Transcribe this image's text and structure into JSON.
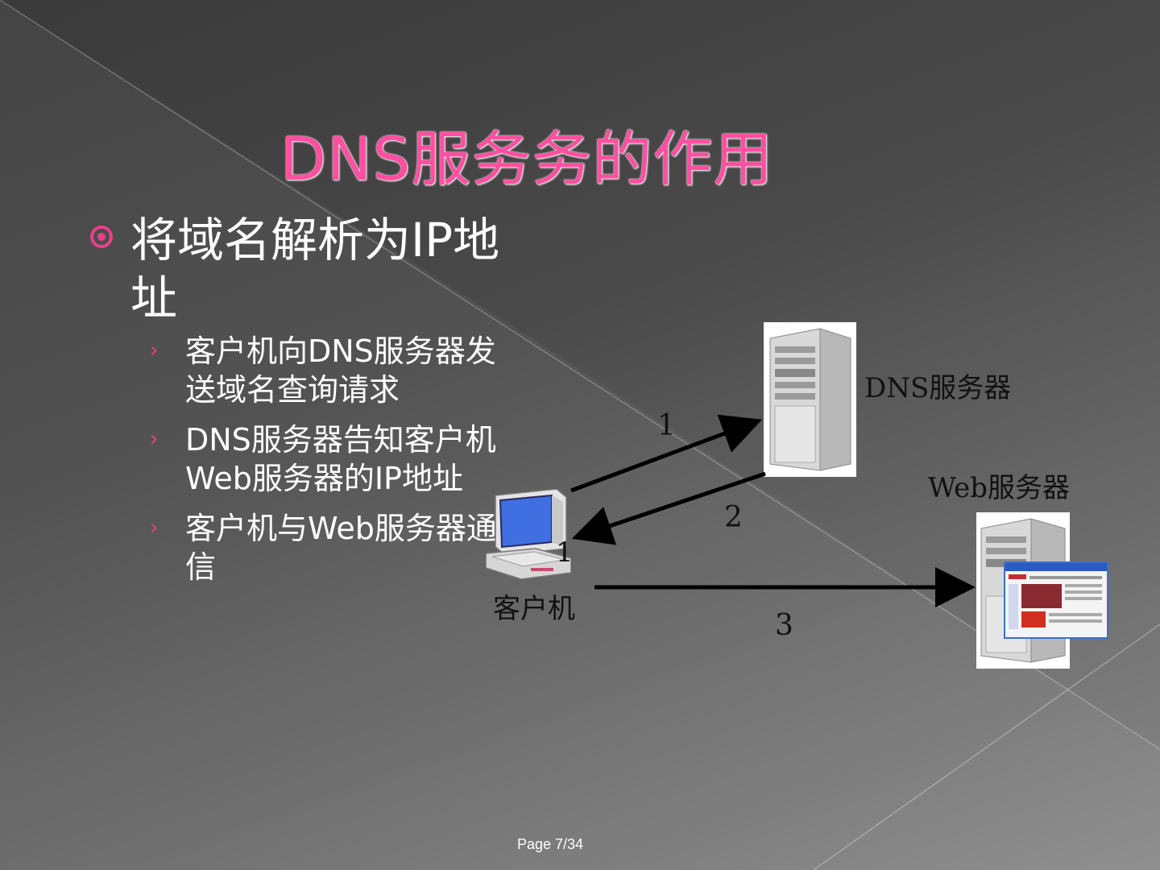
{
  "slide": {
    "title": "DNS服务务的作用",
    "main_bullet": "将域名解析为IP地址",
    "sub_bullets": [
      "客户机向DNS服务器发送域名查询请求",
      "DNS服务器告知客户机Web服务器的IP地址",
      "客户机与Web服务器通信"
    ],
    "page_label": "Page 7/34"
  },
  "diagram": {
    "dns_server_label": "DNS服务器",
    "web_server_label": "Web服务器",
    "client_label": "客户机",
    "arrow_labels": [
      "1",
      "2",
      "3"
    ],
    "stray_label": "1"
  },
  "colors": {
    "accent": "#e8408c",
    "title": "#ff4fa0"
  }
}
